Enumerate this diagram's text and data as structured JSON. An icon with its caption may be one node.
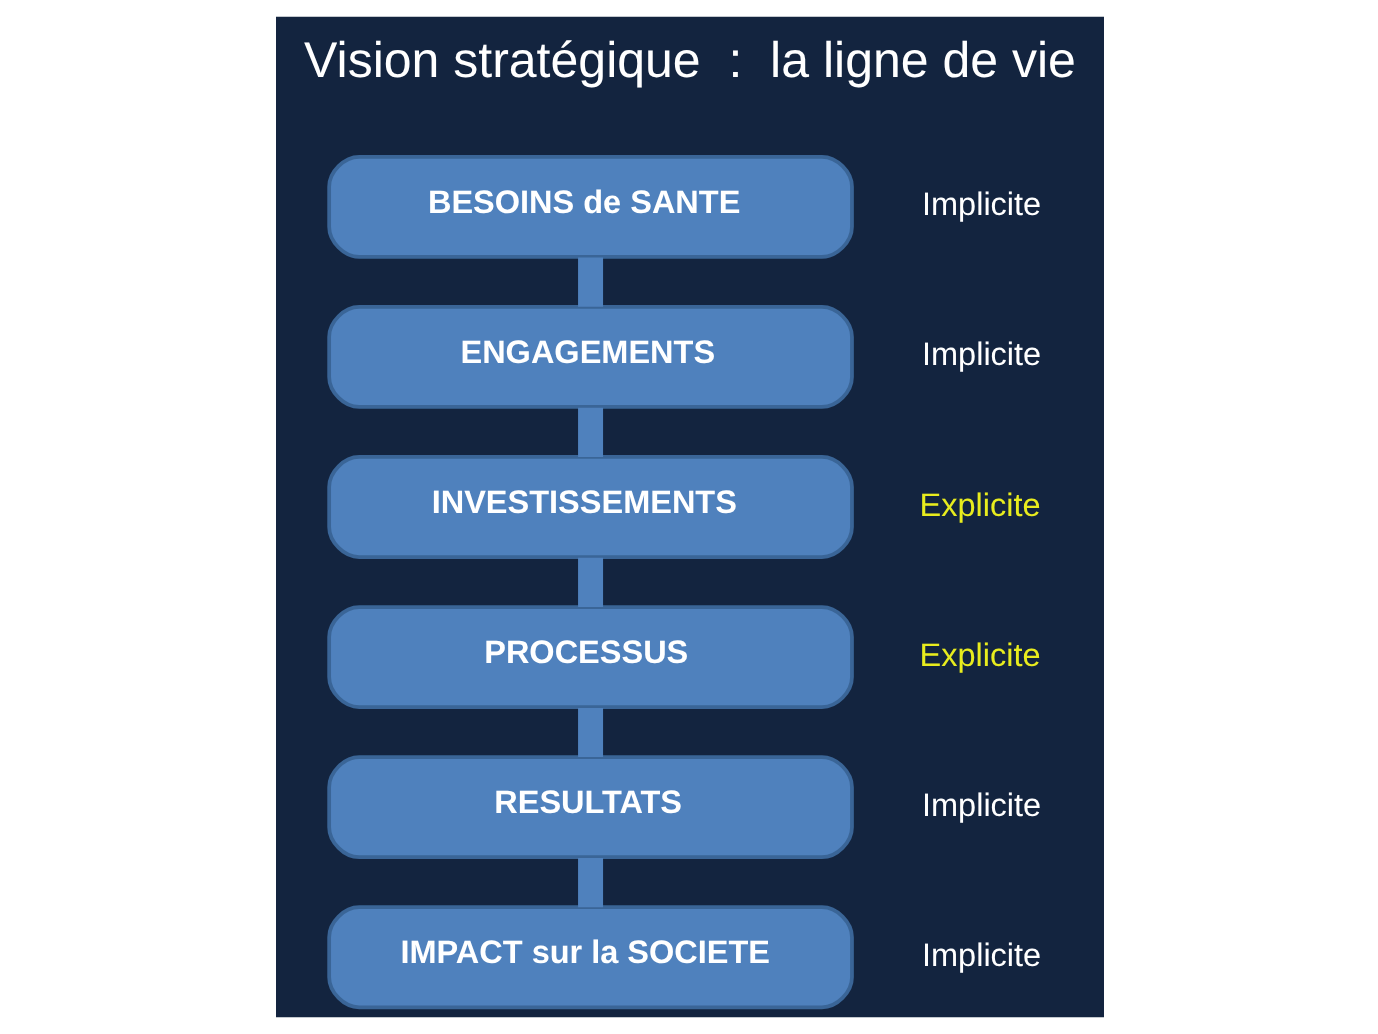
{
  "diagram": {
    "title": "Vision stratégique  :  la ligne de vie",
    "nodes": [
      {
        "text": [
          "BESOINS de SANTE"
        ],
        "beside": [
          "Implicite"
        ]
      },
      {
        "text": [
          "ENGAGEMENTS"
        ],
        "beside": [
          "Implicite"
        ]
      },
      {
        "text": [
          "INVESTISSEMENTS"
        ],
        "beside": [
          "Explicite"
        ]
      },
      {
        "text": [
          "PROCESSUS"
        ],
        "beside": [
          "Explicite"
        ]
      },
      {
        "text": [
          "RESULTATS"
        ],
        "beside": [
          "Implicite"
        ]
      },
      {
        "text": [
          "IMPACT sur la SOCIETE"
        ],
        "beside": [
          "Implicite"
        ]
      }
    ],
    "edges": [
      {
        "from": 0,
        "to": 1,
        "arrow": "none"
      },
      {
        "from": 1,
        "to": 2,
        "arrow": "none"
      },
      {
        "from": 2,
        "to": 3,
        "arrow": "none"
      },
      {
        "from": 3,
        "to": 4,
        "arrow": "none"
      },
      {
        "from": 4,
        "to": 5,
        "arrow": "none"
      }
    ]
  }
}
